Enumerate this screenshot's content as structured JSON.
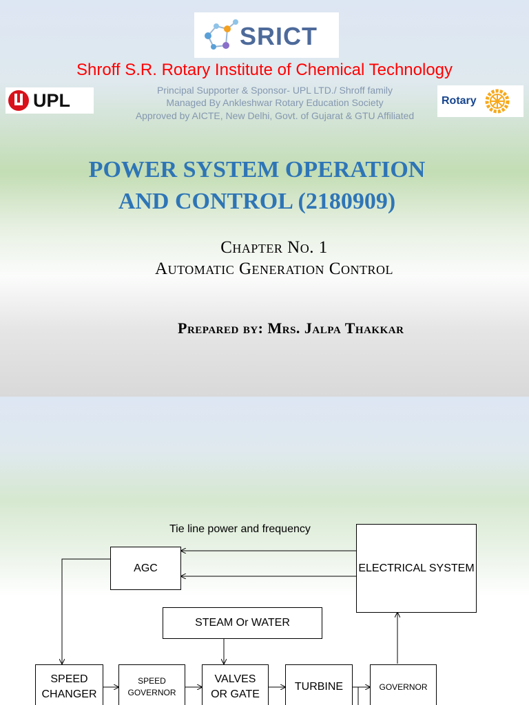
{
  "slide1": {
    "logo_text": "SRICT",
    "institute_name": "Shroff S.R. Rotary Institute of Chemical Technology",
    "sub_lines": [
      "Principal Supporter & Sponsor- UPL LTD./ Shroff family",
      "Managed By Ankleshwar Rotary Education Society",
      "Approved by AICTE, New Delhi, Govt. of Gujarat & GTU Affiliated"
    ],
    "upl_logo_text": "UPL",
    "rotary_logo_text": "Rotary",
    "title_line1": "POWER SYSTEM OPERATION",
    "title_line2": "AND CONTROL (2180909)",
    "chapter_line1": "Chapter No. 1",
    "chapter_line2": "Automatic Generation Control",
    "prepared_by": "Prepared by: Mrs. Jalpa Thakkar",
    "colors": {
      "institute": "#ff0000",
      "title": "#2e75b6",
      "sub": "#8497b0"
    }
  },
  "slide2": {
    "tie_line_label": "Tie line power and frequency",
    "boxes": {
      "agc": "AGC",
      "electrical": "ELECTRICAL SYSTEM",
      "steam": "STEAM Or WATER",
      "speed_changer_1": "SPEED",
      "speed_changer_2": "CHANGER",
      "speed_governor_1": "SPEED",
      "speed_governor_2": "GOVERNOR",
      "valves_1": "VALVES",
      "valves_2": "OR GATE",
      "turbine": "TURBINE",
      "governor": "GOVERNOR"
    }
  }
}
